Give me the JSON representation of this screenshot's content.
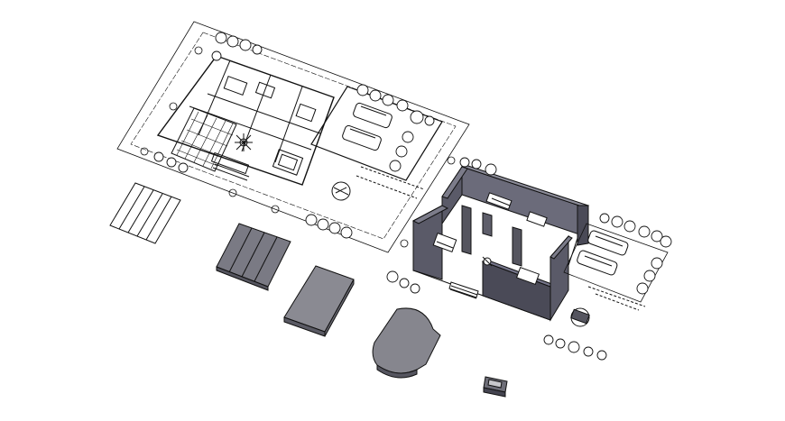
{
  "drawing": {
    "background": "#ffffff",
    "line_color": "#111111",
    "wall_color": "#6b6b7a",
    "wall_dark": "#4a4a57",
    "slab_color": "#808088",
    "components": [
      "site-plan-2d",
      "roof-outline",
      "roof-panels",
      "floor-slab",
      "curved-slab",
      "planter-box",
      "house-3d-model"
    ]
  }
}
